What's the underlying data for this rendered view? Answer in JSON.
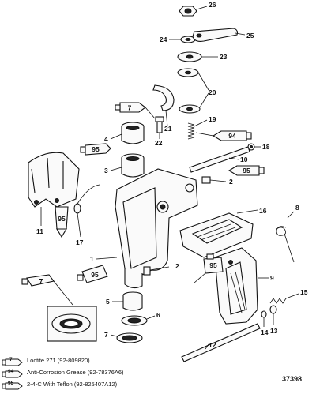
{
  "callouts": [
    "1",
    "2",
    "3",
    "4",
    "5",
    "6",
    "7",
    "8",
    "9",
    "10",
    "11",
    "12",
    "13",
    "14",
    "15",
    "16",
    "17",
    "18",
    "19",
    "20",
    "21",
    "22",
    "23",
    "24",
    "25",
    "26"
  ],
  "tube_labels": {
    "loctite": "7",
    "grease": "94",
    "teflon": "95"
  },
  "legend": [
    {
      "code": "7",
      "text": "Loctite 271 (92-809820)"
    },
    {
      "code": "94",
      "text": "Anti-Corrosion Grease (92-78376A6)"
    },
    {
      "code": "95",
      "text": "2-4-C With Teflon (92-825407A12)"
    }
  ],
  "figure_number": "37398"
}
